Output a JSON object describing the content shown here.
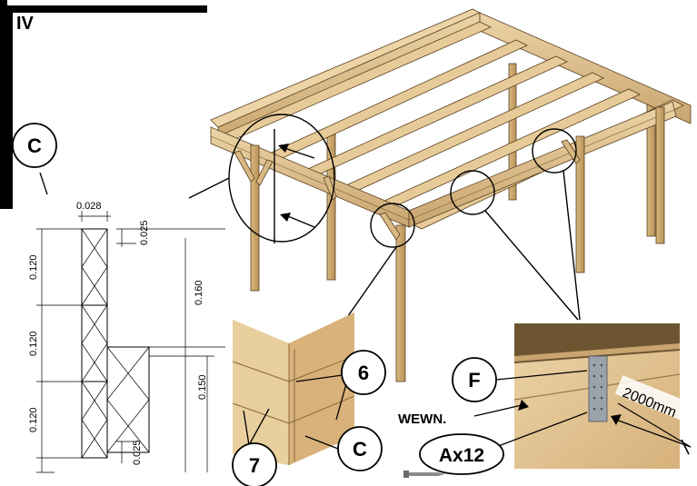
{
  "step_number": "IV",
  "callouts": {
    "c_top": "C",
    "six": "6",
    "seven": "7",
    "c_bottom": "C",
    "f": "F",
    "ax12": "Ax12"
  },
  "texts": {
    "wewn": "WEWN.",
    "length": "2000mm"
  },
  "dimensions": {
    "width_top": "0.028",
    "gap_top": "0.025",
    "gap_bottom": "0.025",
    "left_1": "0.120",
    "left_2": "0.120",
    "left_3": "0.120",
    "right_upper": "0.160",
    "right_lower": "0.150"
  },
  "colors": {
    "wood_light": "#e8cfa0",
    "wood_mid": "#d9b982",
    "wood_dark": "#b89461",
    "ink": "#000000"
  },
  "icons": [
    "screw-icon"
  ]
}
